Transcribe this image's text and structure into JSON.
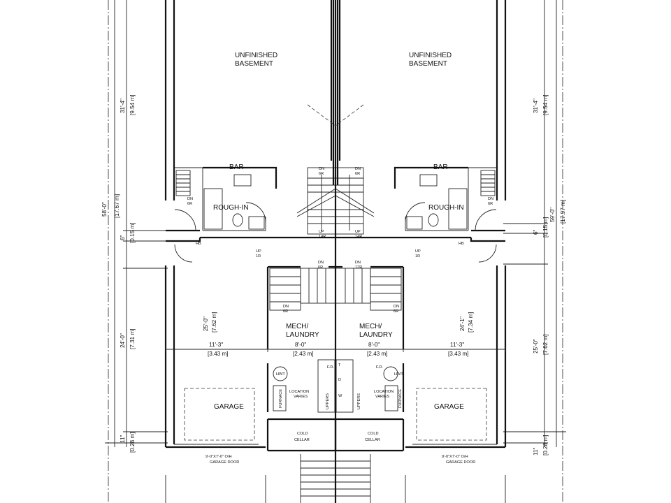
{
  "rooms": {
    "unfinished": "UNFINISHED",
    "basement": "BASEMENT",
    "bar": "BAR",
    "rough_in": "ROUGH-IN",
    "mech": "MECH/",
    "laundry": "LAUNDRY",
    "garage": "GARAGE",
    "cold": "COLD",
    "cellar": "CELLAR",
    "hwt": "HWT",
    "furnace": "FURNACE",
    "location": "LOCATION",
    "varies": "VARIES",
    "uppers": "UPPERS",
    "fd": "F.D.",
    "hb": "HB"
  },
  "stairs": {
    "dn": "DN",
    "up": "UP",
    "r6": "6R",
    "r1": "1R",
    "r12": "12R",
    "r14": "14R"
  },
  "appliances": {
    "t": "T",
    "d": "D",
    "w": "W"
  },
  "garage_door": {
    "size": "9'-0\"X7'-0\" O/H",
    "label": "GARAGE DOOR"
  },
  "dims": {
    "left_total_ft": "58'-0\"",
    "left_total_m": "[17.67 m]",
    "right_total_ft": "59'-0\"",
    "right_total_m": "[17.97 m]",
    "upper_ft": "31'-4\"",
    "upper_m": "[9.54 m]",
    "step_ft": "6\"",
    "step_m": "[0.15 m]",
    "left_lower_ft": "24'-0\"",
    "left_lower_m": "[7.31 m]",
    "right_lower_ft": "25'-0\"",
    "right_lower_m": "[7.62 m]",
    "garage_left_depth_ft": "25'-0\"",
    "garage_left_depth_m": "[7.62 m]",
    "garage_right_depth_ft": "24'-1\"",
    "garage_right_depth_m": "[7.34 m]",
    "garage_width_ft": "11'-3\"",
    "garage_width_m": "[3.43 m]",
    "mech_width_ft": "8'-0\"",
    "mech_width_m": "[2.43 m]",
    "bottom_ft": "11\"",
    "bottom_m": "[0.28 m]"
  }
}
